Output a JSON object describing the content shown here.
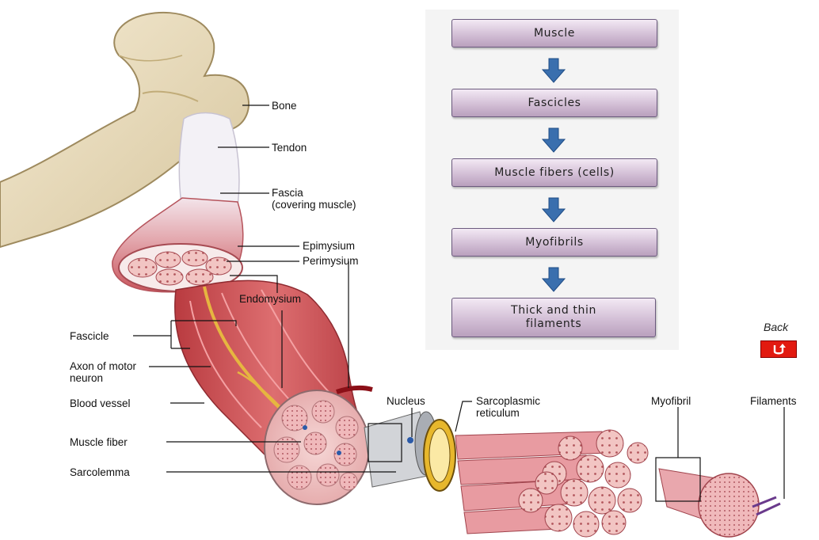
{
  "labels": {
    "bone": "Bone",
    "tendon": "Tendon",
    "fascia_line1": "Fascia",
    "fascia_line2": "(covering muscle)",
    "epimysium": "Epimysium",
    "perimysium": "Perimysium",
    "endomysium": "Endomysium",
    "fascicle": "Fascicle",
    "axon_line1": "Axon of motor",
    "axon_line2": "neuron",
    "blood_vessel": "Blood vessel",
    "muscle_fiber": "Muscle fiber",
    "sarcolemma": "Sarcolemma",
    "nucleus": "Nucleus",
    "sarcoplasmic_line1": "Sarcoplasmic",
    "sarcoplasmic_line2": "reticulum",
    "myofibril": "Myofibril",
    "filaments": "Filaments"
  },
  "hierarchy": [
    {
      "text": "Muscle"
    },
    {
      "text": "Fascicles"
    },
    {
      "text": "Muscle fibers (cells)"
    },
    {
      "text": "Myofibrils"
    },
    {
      "text": "Thick and thin filaments"
    }
  ],
  "back": {
    "label": "Back"
  },
  "colors": {
    "bone": "#e8dcc0",
    "tendon": "#f0eef0",
    "muscle": "#d9686a",
    "muscle_dark": "#a8353a",
    "fiber_section": "#eab7b6",
    "nerve": "#e6b640",
    "flow_box": "#d3bfd6",
    "flow_arrow": "#3a6fae",
    "back_button": "#e21a10"
  }
}
